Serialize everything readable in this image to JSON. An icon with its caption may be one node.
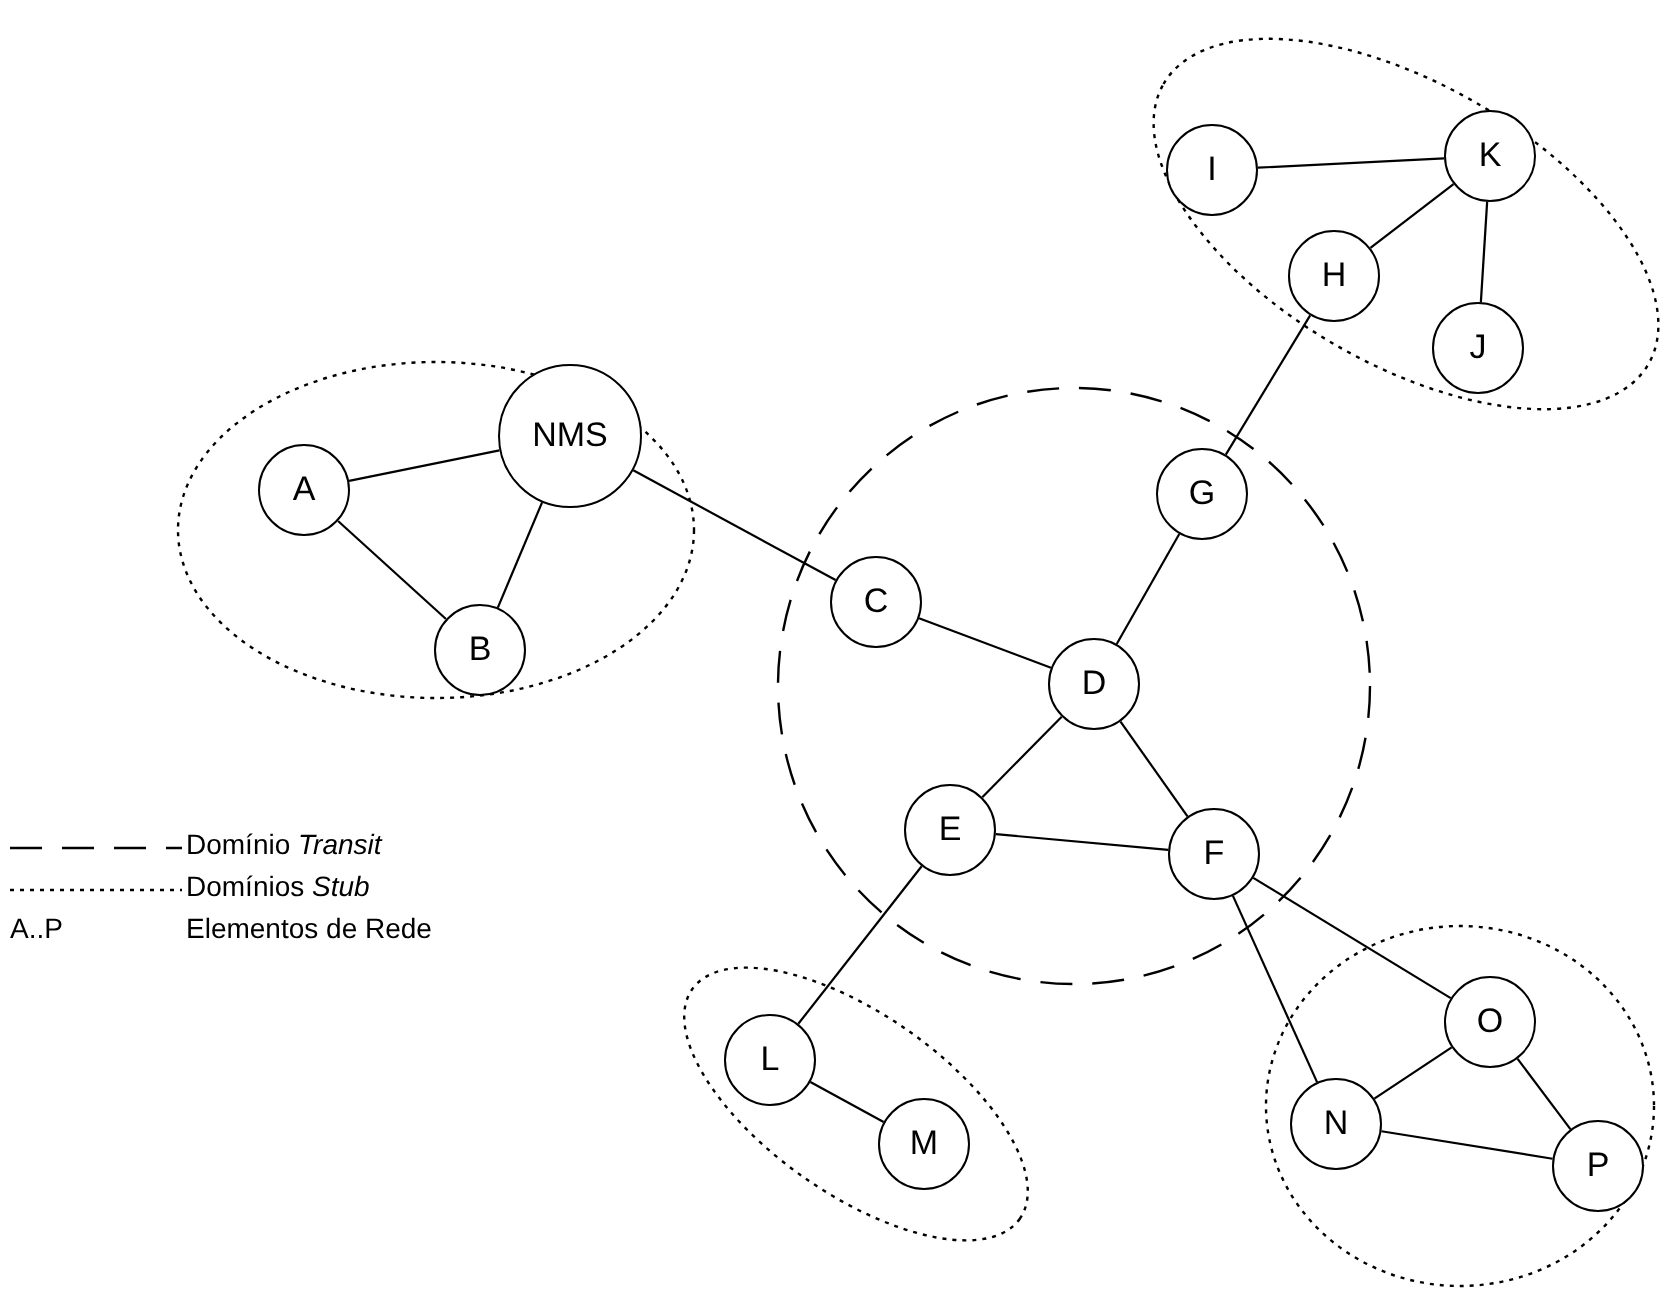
{
  "diagram": {
    "nodes": [
      {
        "text": [],
        "shape": "ellipse"
      },
      {
        "text": [
          "I"
        ],
        "in": 0
      },
      {
        "text": [
          "K"
        ],
        "in": 0
      },
      {
        "text": [
          "H"
        ],
        "in": 0
      },
      {
        "text": [
          "J"
        ],
        "in": 0
      },
      {
        "text": [],
        "shape": "circle"
      },
      {
        "text": [
          "NMS"
        ],
        "in": 5
      },
      {
        "text": [
          "A"
        ],
        "in": 5
      },
      {
        "text": [
          "B"
        ],
        "in": 5
      },
      {
        "text": [],
        "shape": "circle"
      },
      {
        "text": [
          "G"
        ],
        "in": 9
      },
      {
        "text": [
          "C"
        ],
        "in": 9
      },
      {
        "text": [
          "D"
        ],
        "in": 9
      },
      {
        "text": [
          "E"
        ],
        "in": 9
      },
      {
        "text": [
          "F"
        ],
        "in": 9
      },
      {
        "text": [],
        "shape": "ellipse"
      },
      {
        "text": [
          "L"
        ],
        "in": 15
      },
      {
        "text": [
          "M"
        ],
        "in": 15
      },
      {
        "text": [],
        "shape": "circle"
      },
      {
        "text": [
          "O"
        ],
        "in": 18
      },
      {
        "text": [
          "N"
        ],
        "in": 18
      },
      {
        "text": [
          "P"
        ],
        "in": 18
      }
    ],
    "edges": [
      {
        "from": 1,
        "to": 2,
        "arrow": "none"
      },
      {
        "from": 2,
        "to": 3,
        "arrow": "none"
      },
      {
        "from": 2,
        "to": 4,
        "arrow": "none"
      },
      {
        "from": 3,
        "to": 10,
        "arrow": "none"
      },
      {
        "from": 7,
        "to": 6,
        "arrow": "none"
      },
      {
        "from": 6,
        "to": 8,
        "arrow": "none"
      },
      {
        "from": 7,
        "to": 8,
        "arrow": "none"
      },
      {
        "from": 6,
        "to": 11,
        "arrow": "none"
      },
      {
        "from": 11,
        "to": 12,
        "arrow": "none"
      },
      {
        "from": 10,
        "to": 12,
        "arrow": "none"
      },
      {
        "from": 12,
        "to": 13,
        "arrow": "none"
      },
      {
        "from": 12,
        "to": 14,
        "arrow": "none"
      },
      {
        "from": 13,
        "to": 14,
        "arrow": "none"
      },
      {
        "from": 13,
        "to": 16,
        "arrow": "none"
      },
      {
        "from": 16,
        "to": 17,
        "arrow": "none"
      },
      {
        "from": 14,
        "to": 19,
        "arrow": "none"
      },
      {
        "from": 14,
        "to": 20,
        "arrow": "none"
      },
      {
        "from": 19,
        "to": 20,
        "arrow": "none"
      },
      {
        "from": 20,
        "to": 21,
        "arrow": "none"
      },
      {
        "from": 19,
        "to": 21,
        "arrow": "none"
      }
    ],
    "labels": [
      "A..P"
    ],
    "legend": [
      {
        "text": "Domínio *Transit*"
      },
      {
        "text": "Domínios *Stub*"
      },
      {
        "text": "Elementos de Rede"
      }
    ]
  }
}
